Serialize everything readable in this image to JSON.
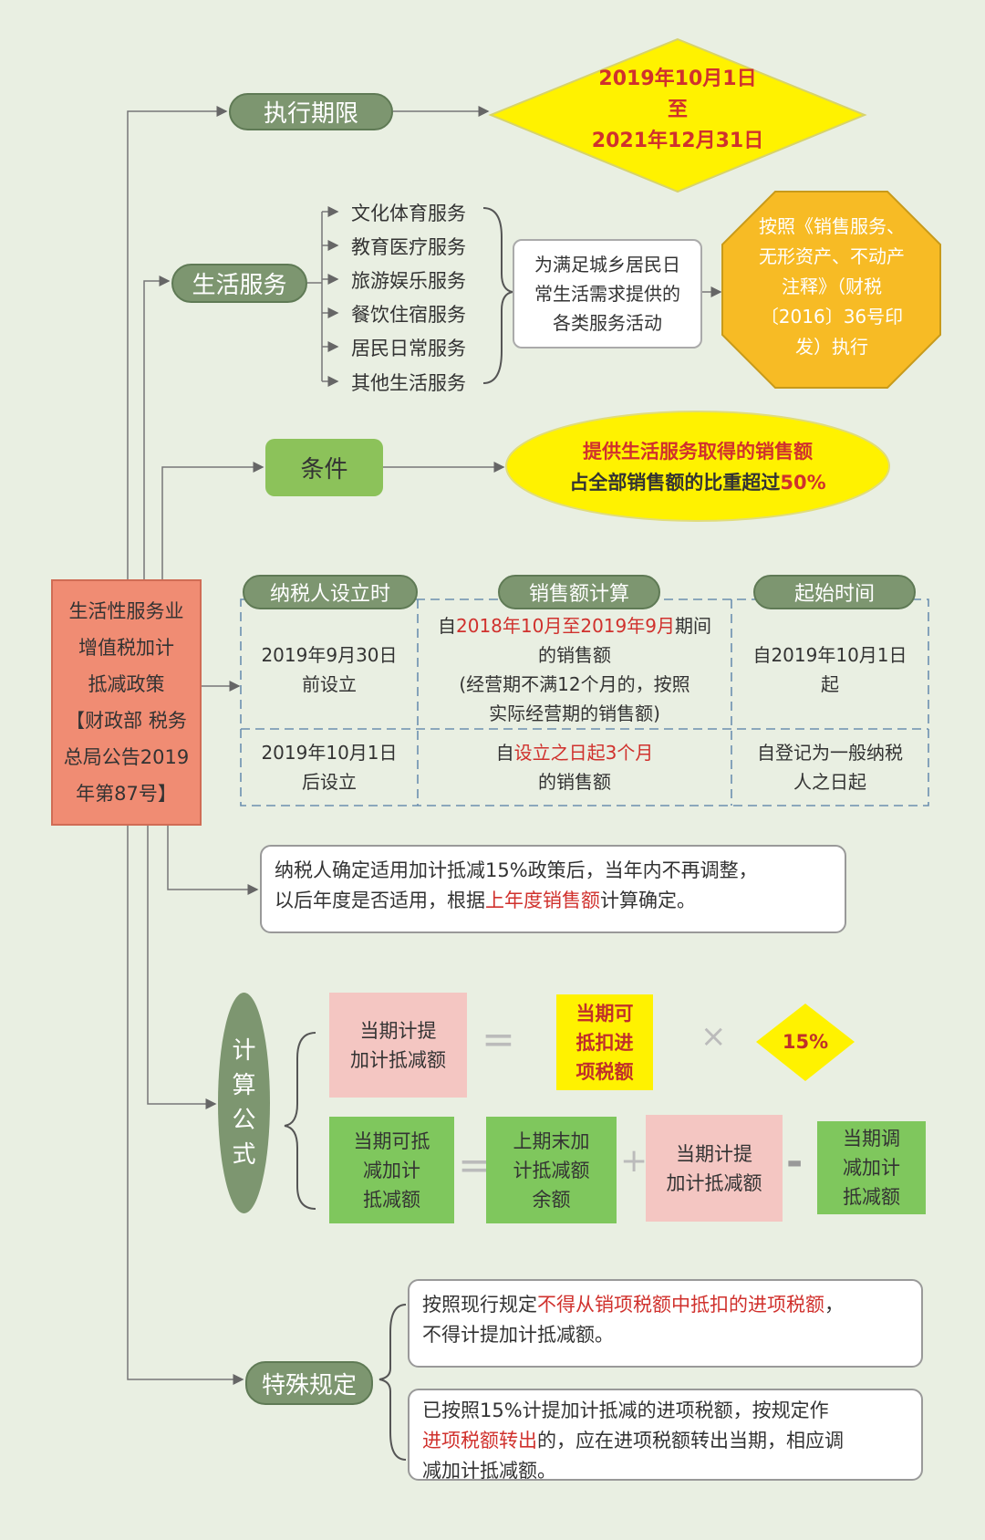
{
  "main_title": [
    "生活性服务业",
    "增值税加计",
    "抵减政策",
    "【财政部 税务",
    "总局公告2019",
    "年第87号】"
  ],
  "period": {
    "label": "执行期限",
    "start": "2019年10月1日",
    "to": "至",
    "end": "2021年12月31日"
  },
  "life_service": {
    "label": "生活服务",
    "items": [
      "文化体育服务",
      "教育医疗服务",
      "旅游娱乐服务",
      "餐饮住宿服务",
      "居民日常服务",
      "其他生活服务"
    ],
    "definition": [
      "为满足城乡居民日",
      "常生活需求提供的",
      "各类服务活动"
    ],
    "reference": [
      "按照《销售服务、",
      "无形资产、不动产",
      "注释》（财税",
      "〔2016〕36号印",
      "发）执行"
    ]
  },
  "condition": {
    "label": "条件",
    "line1": "提供生活服务取得的销售额",
    "line2_a": "占全部销售额的比重超过",
    "line2_b": "50%"
  },
  "table": {
    "headers": [
      "纳税人设立时",
      "销售额计算",
      "起始时间"
    ],
    "r1c1": [
      "2019年9月30日",
      "前设立"
    ],
    "r1c2": {
      "a": "自",
      "b": "2018年10月至2019年9月",
      "c": "期间",
      "d": "的销售额",
      "e": "(经营期不满12个月的，按照",
      "f": "实际经营期的销售额)"
    },
    "r1c3": [
      "自2019年10月1日",
      "起"
    ],
    "r2c1": [
      "2019年10月1日",
      "后设立"
    ],
    "r2c2": {
      "a": "自",
      "b": "设立之日起3个月",
      "c": "的销售额"
    },
    "r2c3": [
      "自登记为一般纳税",
      "人之日起"
    ]
  },
  "note": {
    "a": "纳税人确定适用加计抵减15%政策后，当年内不再调整，",
    "b": "以后年度是否适用，根据",
    "c": "上年度销售额",
    "d": "计算确定。"
  },
  "formula": {
    "label": [
      "计",
      "算",
      "公",
      "式"
    ],
    "row1": {
      "lhs": [
        "当期计提",
        "加计抵减额"
      ],
      "eq": "=",
      "term": [
        "当期可",
        "抵扣进",
        "项税额"
      ],
      "times": "×",
      "rate": "15%"
    },
    "row2": {
      "lhs": [
        "当期可抵",
        "减加计",
        "抵减额"
      ],
      "eq": "=",
      "a": [
        "上期末加",
        "计抵减额",
        "余额"
      ],
      "plus": "+",
      "b": [
        "当期计提",
        "加计抵减额"
      ],
      "minus": "-",
      "c": [
        "当期调",
        "减加计",
        "抵减额"
      ]
    }
  },
  "special": {
    "label": "特殊规定",
    "rule1": {
      "a": "按照现行规定",
      "b": "不得从销项税额中抵扣的进项税额",
      "c": "，",
      "d": "不得计提加计抵减额。"
    },
    "rule2": {
      "a": "已按照15%计提加计抵减的进项税额，按规定作",
      "b": "进项税额转出",
      "c": "的，应在进项税额转出当期，相应调",
      "d": "减加计抵减额。"
    }
  }
}
